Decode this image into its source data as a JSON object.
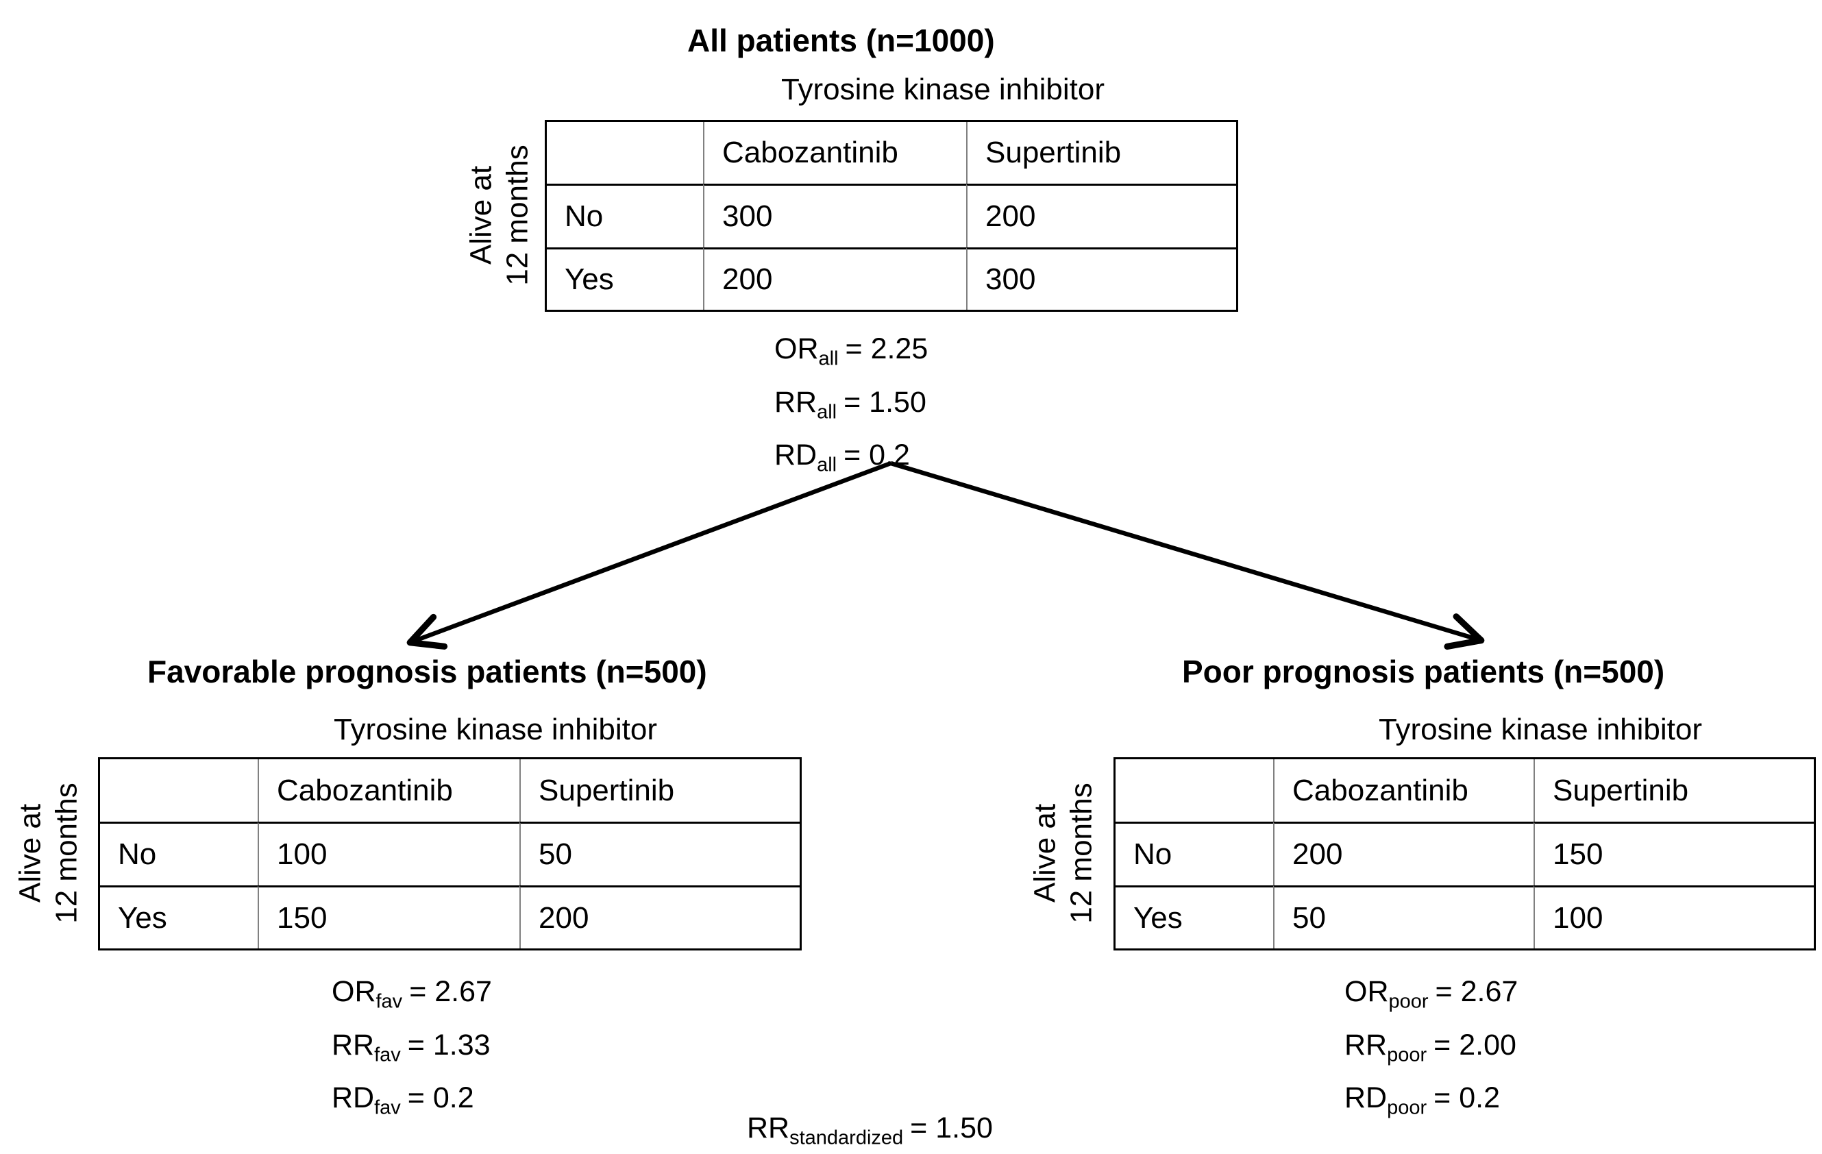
{
  "figure": {
    "panels": [
      {
        "title": "All patients (n=1000)",
        "exposure_header": "Tyrosine kinase inhibitor",
        "outcome_axis": {
          "line1": "Alive at",
          "line2": "12 months"
        },
        "table": {
          "col_headers": [
            "Cabozantinib",
            "Supertinib"
          ],
          "rows": [
            {
              "label": "No",
              "values": [
                "300",
                "200"
              ]
            },
            {
              "label": "Yes",
              "values": [
                "200",
                "300"
              ]
            }
          ]
        },
        "stats": [
          {
            "measure": "OR",
            "sub": "all",
            "value": "= 2.25"
          },
          {
            "measure": "RR",
            "sub": "all",
            "value": "= 1.50"
          },
          {
            "measure": "RD",
            "sub": "all",
            "value": "= 0.2"
          }
        ]
      },
      {
        "title": "Favorable prognosis patients (n=500)",
        "exposure_header": "Tyrosine kinase inhibitor",
        "outcome_axis": {
          "line1": "Alive at",
          "line2": "12 months"
        },
        "table": {
          "col_headers": [
            "Cabozantinib",
            "Supertinib"
          ],
          "rows": [
            {
              "label": "No",
              "values": [
                "100",
                "50"
              ]
            },
            {
              "label": "Yes",
              "values": [
                "150",
                "200"
              ]
            }
          ]
        },
        "stats": [
          {
            "measure": "OR",
            "sub": "fav",
            "value": "= 2.67"
          },
          {
            "measure": "RR",
            "sub": "fav",
            "value": "= 1.33"
          },
          {
            "measure": "RD",
            "sub": "fav",
            "value": "= 0.2"
          }
        ]
      },
      {
        "title": "Poor prognosis patients (n=500)",
        "exposure_header": "Tyrosine kinase inhibitor",
        "outcome_axis": {
          "line1": "Alive at",
          "line2": "12 months"
        },
        "table": {
          "col_headers": [
            "Cabozantinib",
            "Supertinib"
          ],
          "rows": [
            {
              "label": "No",
              "values": [
                "200",
                "150"
              ]
            },
            {
              "label": "Yes",
              "values": [
                "50",
                "100"
              ]
            }
          ]
        },
        "stats": [
          {
            "measure": "OR",
            "sub": "poor",
            "value": "= 2.67"
          },
          {
            "measure": "RR",
            "sub": "poor",
            "value": "= 2.00"
          },
          {
            "measure": "RD",
            "sub": "poor",
            "value": "= 0.2"
          }
        ]
      }
    ],
    "standardized": {
      "measure": "RR",
      "sub": "standardized",
      "value": "= 1.50"
    },
    "colors": {
      "text": "#000000",
      "grid_vertical": "#808080",
      "grid_horizontal": "#000000",
      "arrow": "#000000"
    }
  }
}
